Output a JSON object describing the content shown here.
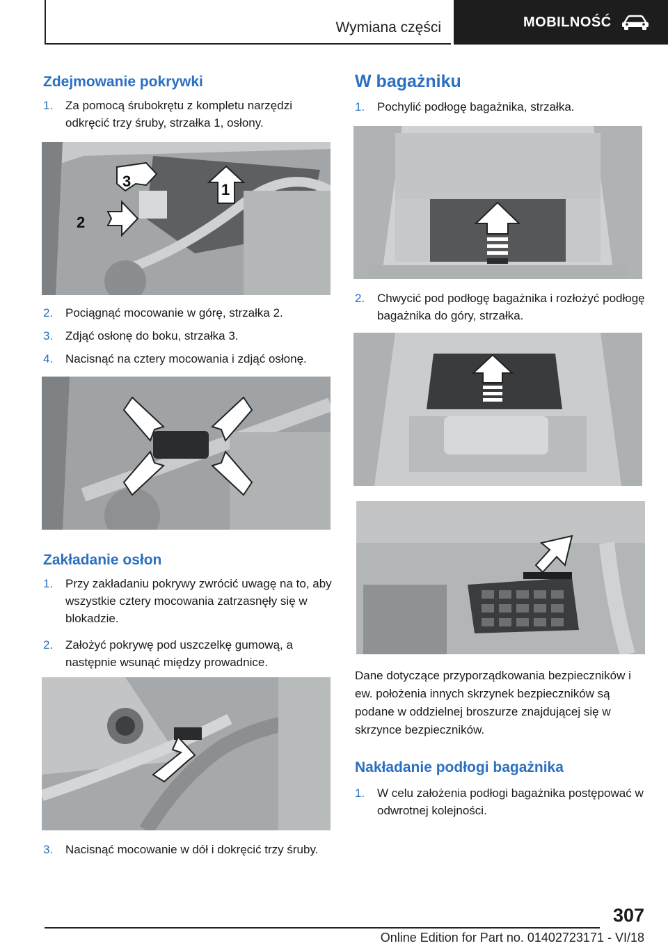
{
  "header": {
    "section": "Wymiana części",
    "chapter": "MOBILNOŚĆ",
    "chapter_icon": "car-icon"
  },
  "left": {
    "title1": "Zdejmowanie pokrywki",
    "step1_num": "1.",
    "step1": "Za pomocą śrubokrętu z kompletu narzędzi odkręcić trzy śruby, strzałka 1, osłony.",
    "fig1_labels": [
      "1",
      "2",
      "3"
    ],
    "step2_num": "2.",
    "step2": "Pociągnąć mocowanie w górę, strzałka 2.",
    "step3_num": "3.",
    "step3": "Zdjąć osłonę do boku, strzałka 3.",
    "step4_num": "4.",
    "step4": "Nacisnąć na cztery mocowania i zdjąć osłonę.",
    "title2": "Zakładanie osłon",
    "step5_num": "1.",
    "step5": "Przy zakładaniu pokrywy zwrócić uwagę na to, aby wszystkie cztery mocowania zatrzas­nęły się w blokadzie.",
    "step6_num": "2.",
    "step6": "Założyć pokrywę pod uszczelkę gumową, a następnie wsunąć między prowadnice.",
    "step7_num": "3.",
    "step7": "Nacisnąć mocowanie w dół i dokręcić trzy śruby."
  },
  "right": {
    "title1": "W bagażniku",
    "step1_num": "1.",
    "step1": "Pochylić podłogę bagażnika, strzałka.",
    "step2_num": "2.",
    "step2": "Chwycić pod podłogę bagażnika i rozłożyć podłogę bagażnika do góry, strzałka.",
    "note": "Dane dotyczące przyporządkowania bezpieczni­ków i ew. położenia innych skrzynek bezpieczni­ków są podane w oddzielnej broszurze znajdują­cej się w skrzynce bezpieczników.",
    "title2": "Nakładanie podłogi bagażnika",
    "step3_num": "1.",
    "step3": "W celu założenia podłogi bagażnika postępo­wać w odwrotnej kolejności."
  },
  "footer": {
    "page_number": "307",
    "edition": "Online Edition for Part no. 01402723171 - VI/18"
  }
}
